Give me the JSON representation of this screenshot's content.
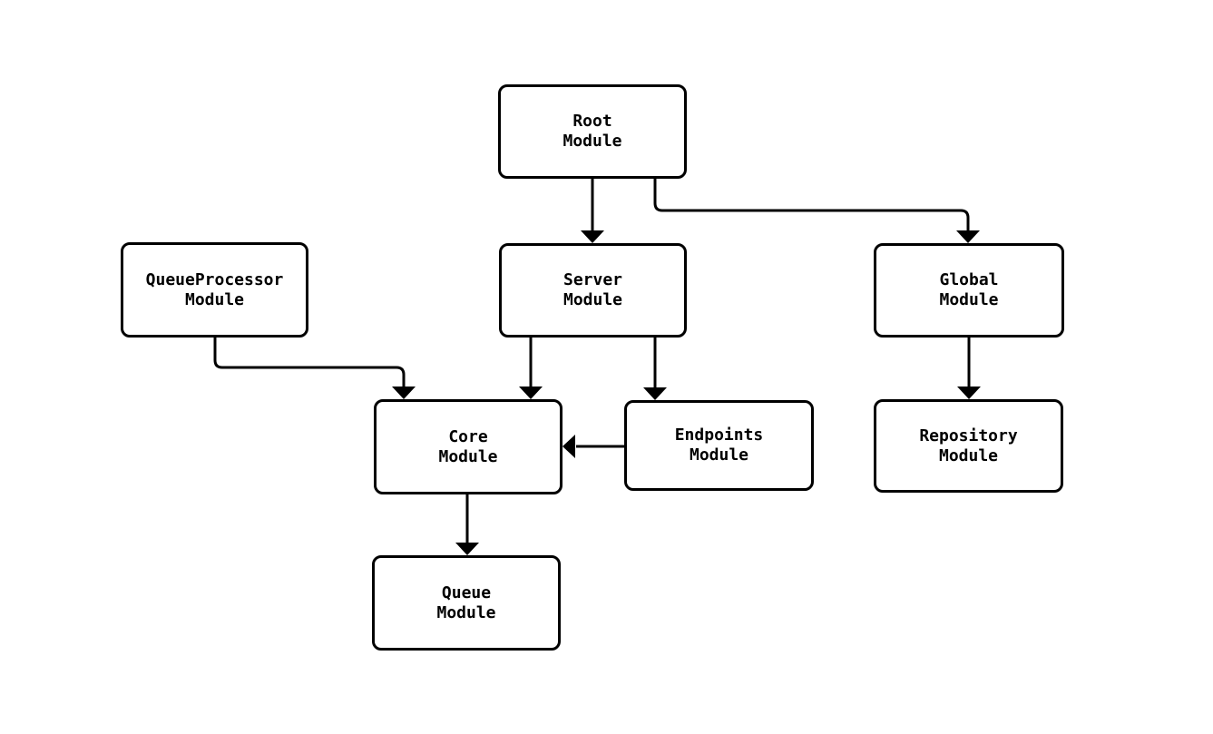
{
  "diagram": {
    "type": "module-dependency-flowchart",
    "background_color": "#ffffff",
    "line_color": "#000000",
    "text_color": "#000000",
    "nodes": [
      {
        "id": "root",
        "line1": "Root",
        "line2": "Module"
      },
      {
        "id": "queueprocessor",
        "line1": "QueueProcessor",
        "line2": "Module"
      },
      {
        "id": "server",
        "line1": "Server",
        "line2": "Module"
      },
      {
        "id": "global",
        "line1": "Global",
        "line2": "Module"
      },
      {
        "id": "core",
        "line1": "Core",
        "line2": "Module"
      },
      {
        "id": "endpoints",
        "line1": "Endpoints",
        "line2": "Module"
      },
      {
        "id": "repository",
        "line1": "Repository",
        "line2": "Module"
      },
      {
        "id": "queue",
        "line1": "Queue",
        "line2": "Module"
      }
    ],
    "edges": [
      {
        "from": "Root Module",
        "to": "Server Module"
      },
      {
        "from": "Root Module",
        "to": "Global Module"
      },
      {
        "from": "QueueProcessor Module",
        "to": "Core Module"
      },
      {
        "from": "Server Module",
        "to": "Core Module"
      },
      {
        "from": "Server Module",
        "to": "Endpoints Module"
      },
      {
        "from": "Global Module",
        "to": "Repository Module"
      },
      {
        "from": "Endpoints Module",
        "to": "Core Module"
      },
      {
        "from": "Core Module",
        "to": "Queue Module"
      }
    ]
  }
}
